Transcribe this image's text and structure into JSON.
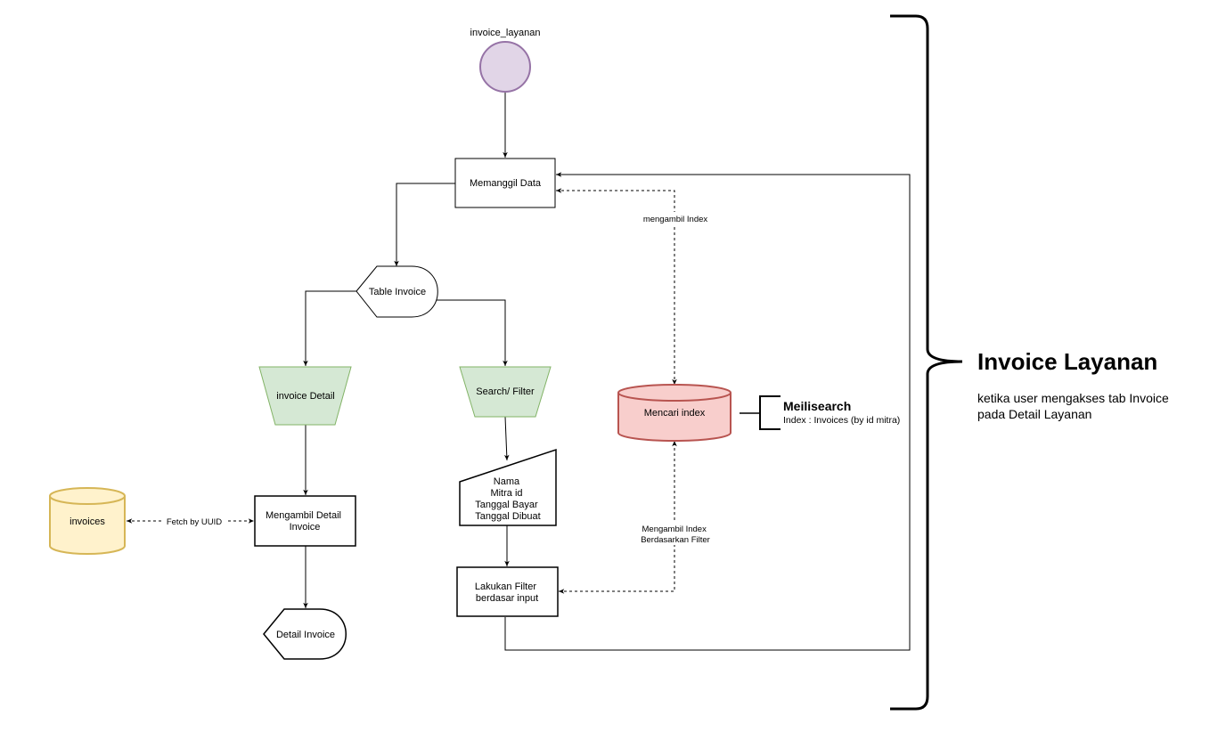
{
  "colors": {
    "start_fill": "#e1d5e7",
    "start_stroke": "#9673a6",
    "manual_fill": "#d5e8d4",
    "manual_stroke": "#82b366",
    "db_red_fill": "#f8cecc",
    "db_red_stroke": "#b85450",
    "db_yellow_fill": "#fff2cc",
    "db_yellow_stroke": "#d6b656"
  },
  "nodes": {
    "start_label": "invoice_layanan",
    "memanggil_data": "Memanggil Data",
    "table_invoice": "Table Invoice",
    "invoice_detail": "invoice Detail",
    "search_filter": "Search/ Filter",
    "mencari_index": "Mencari index",
    "meilisearch_title": "Meilisearch",
    "meilisearch_index": "Index : Invoices (by id mitra)",
    "input_fields": [
      "Nama",
      "Mitra id",
      "Tanggal Bayar",
      "Tanggal Dibuat"
    ],
    "lakukan_filter": [
      "Lakukan Filter",
      "berdasar input"
    ],
    "mengambil_detail": [
      "Mengambil Detail",
      "Invoice"
    ],
    "invoices_db": "invoices",
    "detail_invoice": "Detail Invoice"
  },
  "edges": {
    "mengambil_index": "mengambil Index",
    "mengambil_index_filter": [
      "Mengambil Index",
      "Berdasarkan Filter"
    ],
    "fetch_by_uuid": "Fetch by UUID"
  },
  "side": {
    "title": "Invoice Layanan",
    "description": [
      "ketika user mengakses tab Invoice",
      "pada Detail Layanan"
    ]
  }
}
